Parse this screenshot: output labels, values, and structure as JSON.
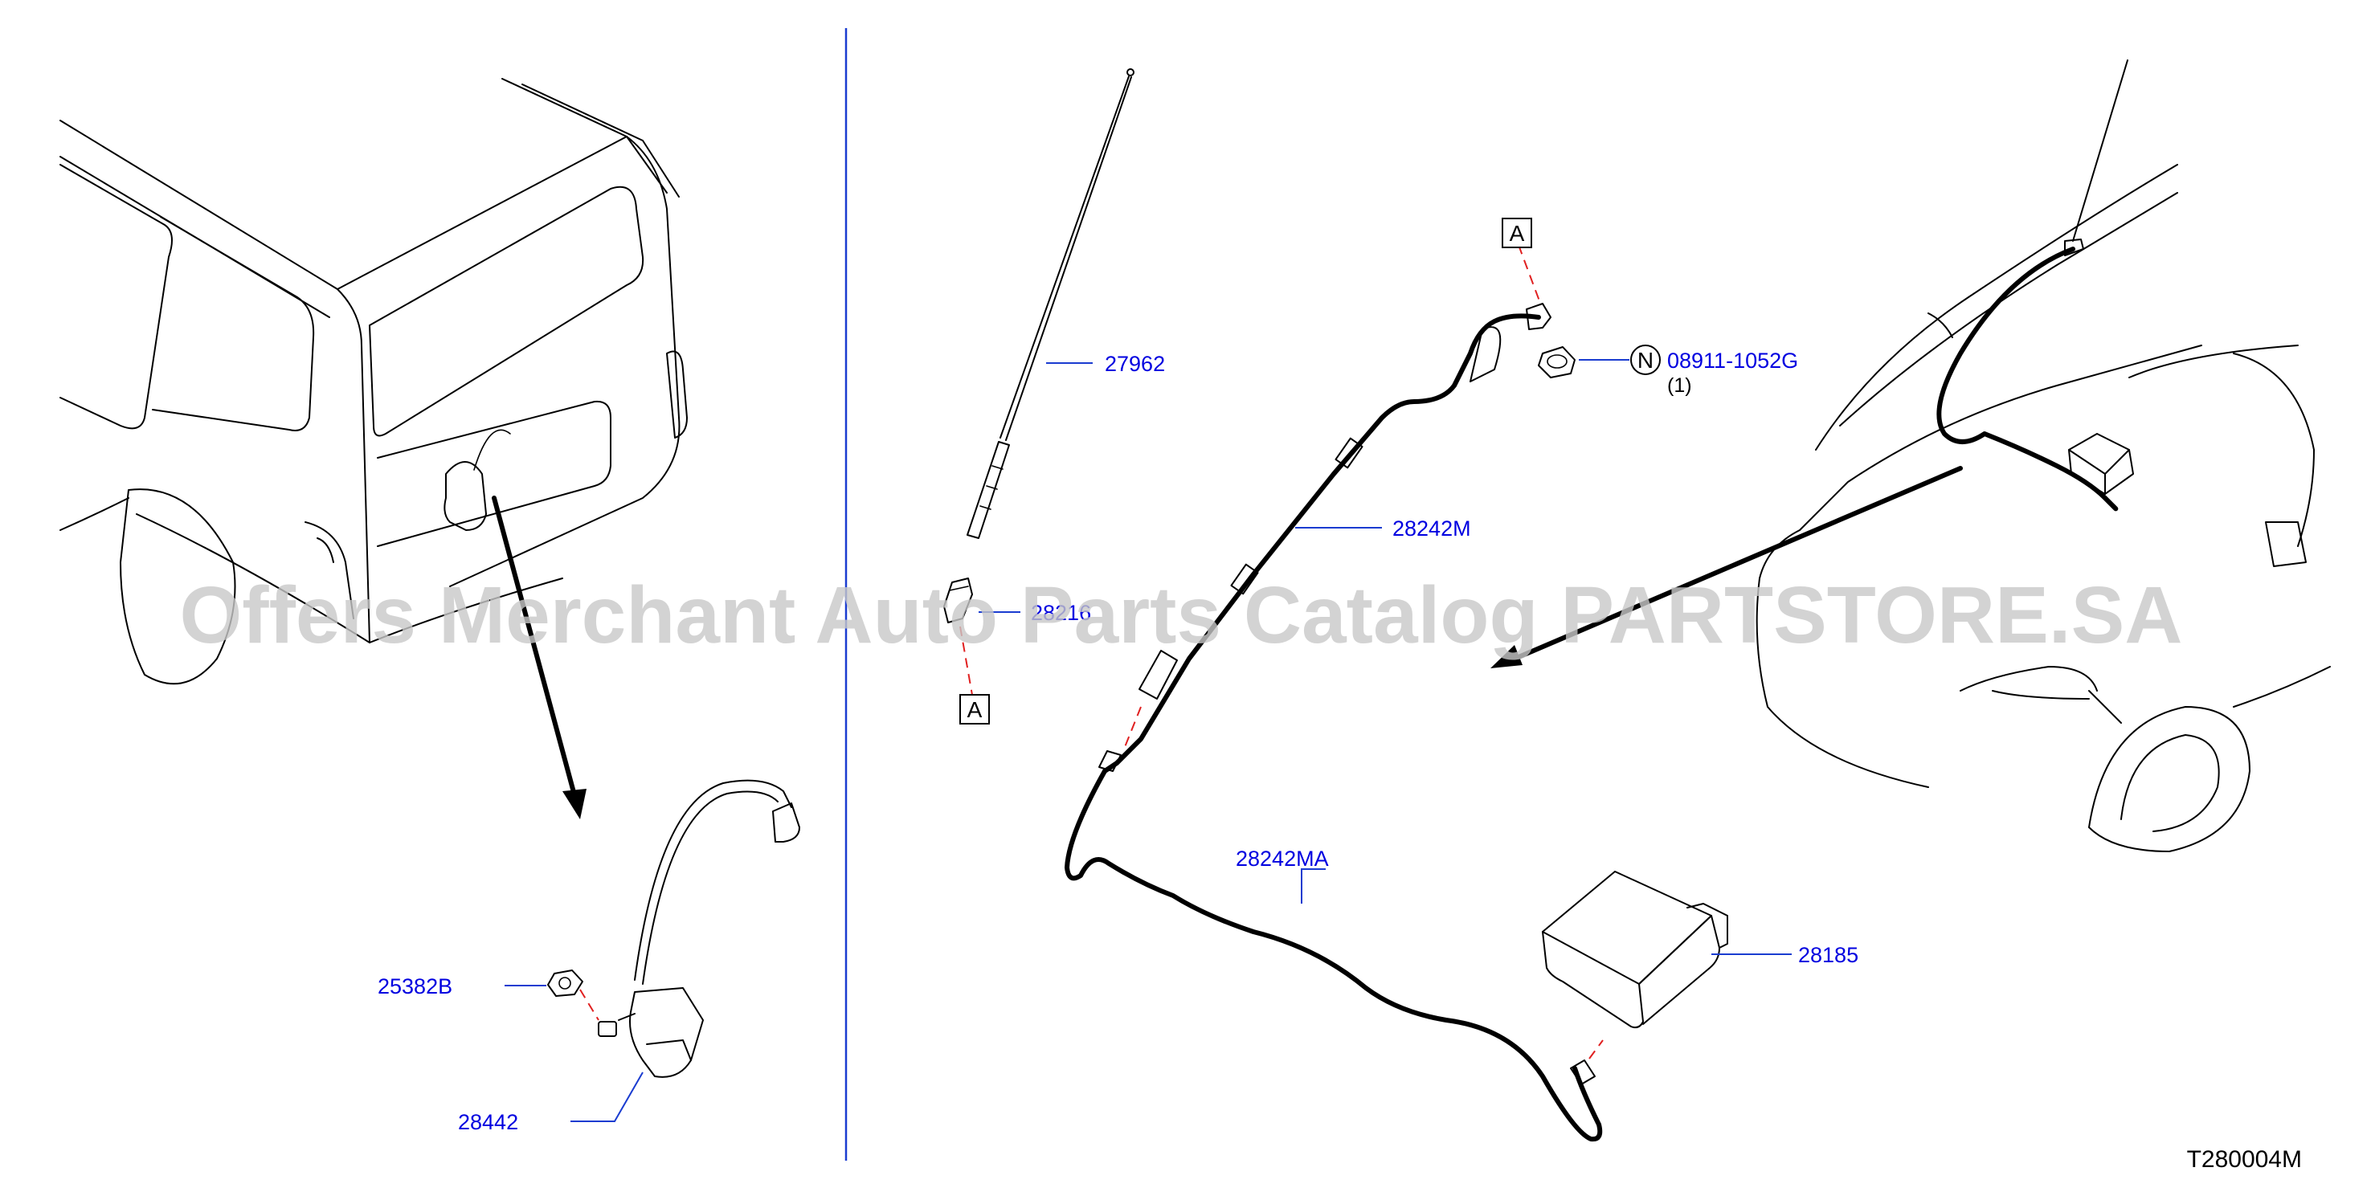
{
  "watermark": "Offers Merchant Auto Parts Catalog PARTSTORE.SA",
  "diagram_code": "T280004M",
  "parts": {
    "antenna_rod": "27962",
    "antenna_base": "28216",
    "feeder_cable": "28242M",
    "feeder_cable_ext": "28242MA",
    "amplifier": "28185",
    "nut_n": "08911-1052G",
    "nut_n_qty": "(1)",
    "clip_nut": "25382B",
    "camera": "28442"
  },
  "symbols": {
    "callout_a_top": "A",
    "callout_a_bottom": "A",
    "note_n": "N"
  },
  "colors": {
    "label_blue": "#0000e0",
    "leader_blue": "#1a3cd0",
    "dashed_red": "#e02020"
  }
}
